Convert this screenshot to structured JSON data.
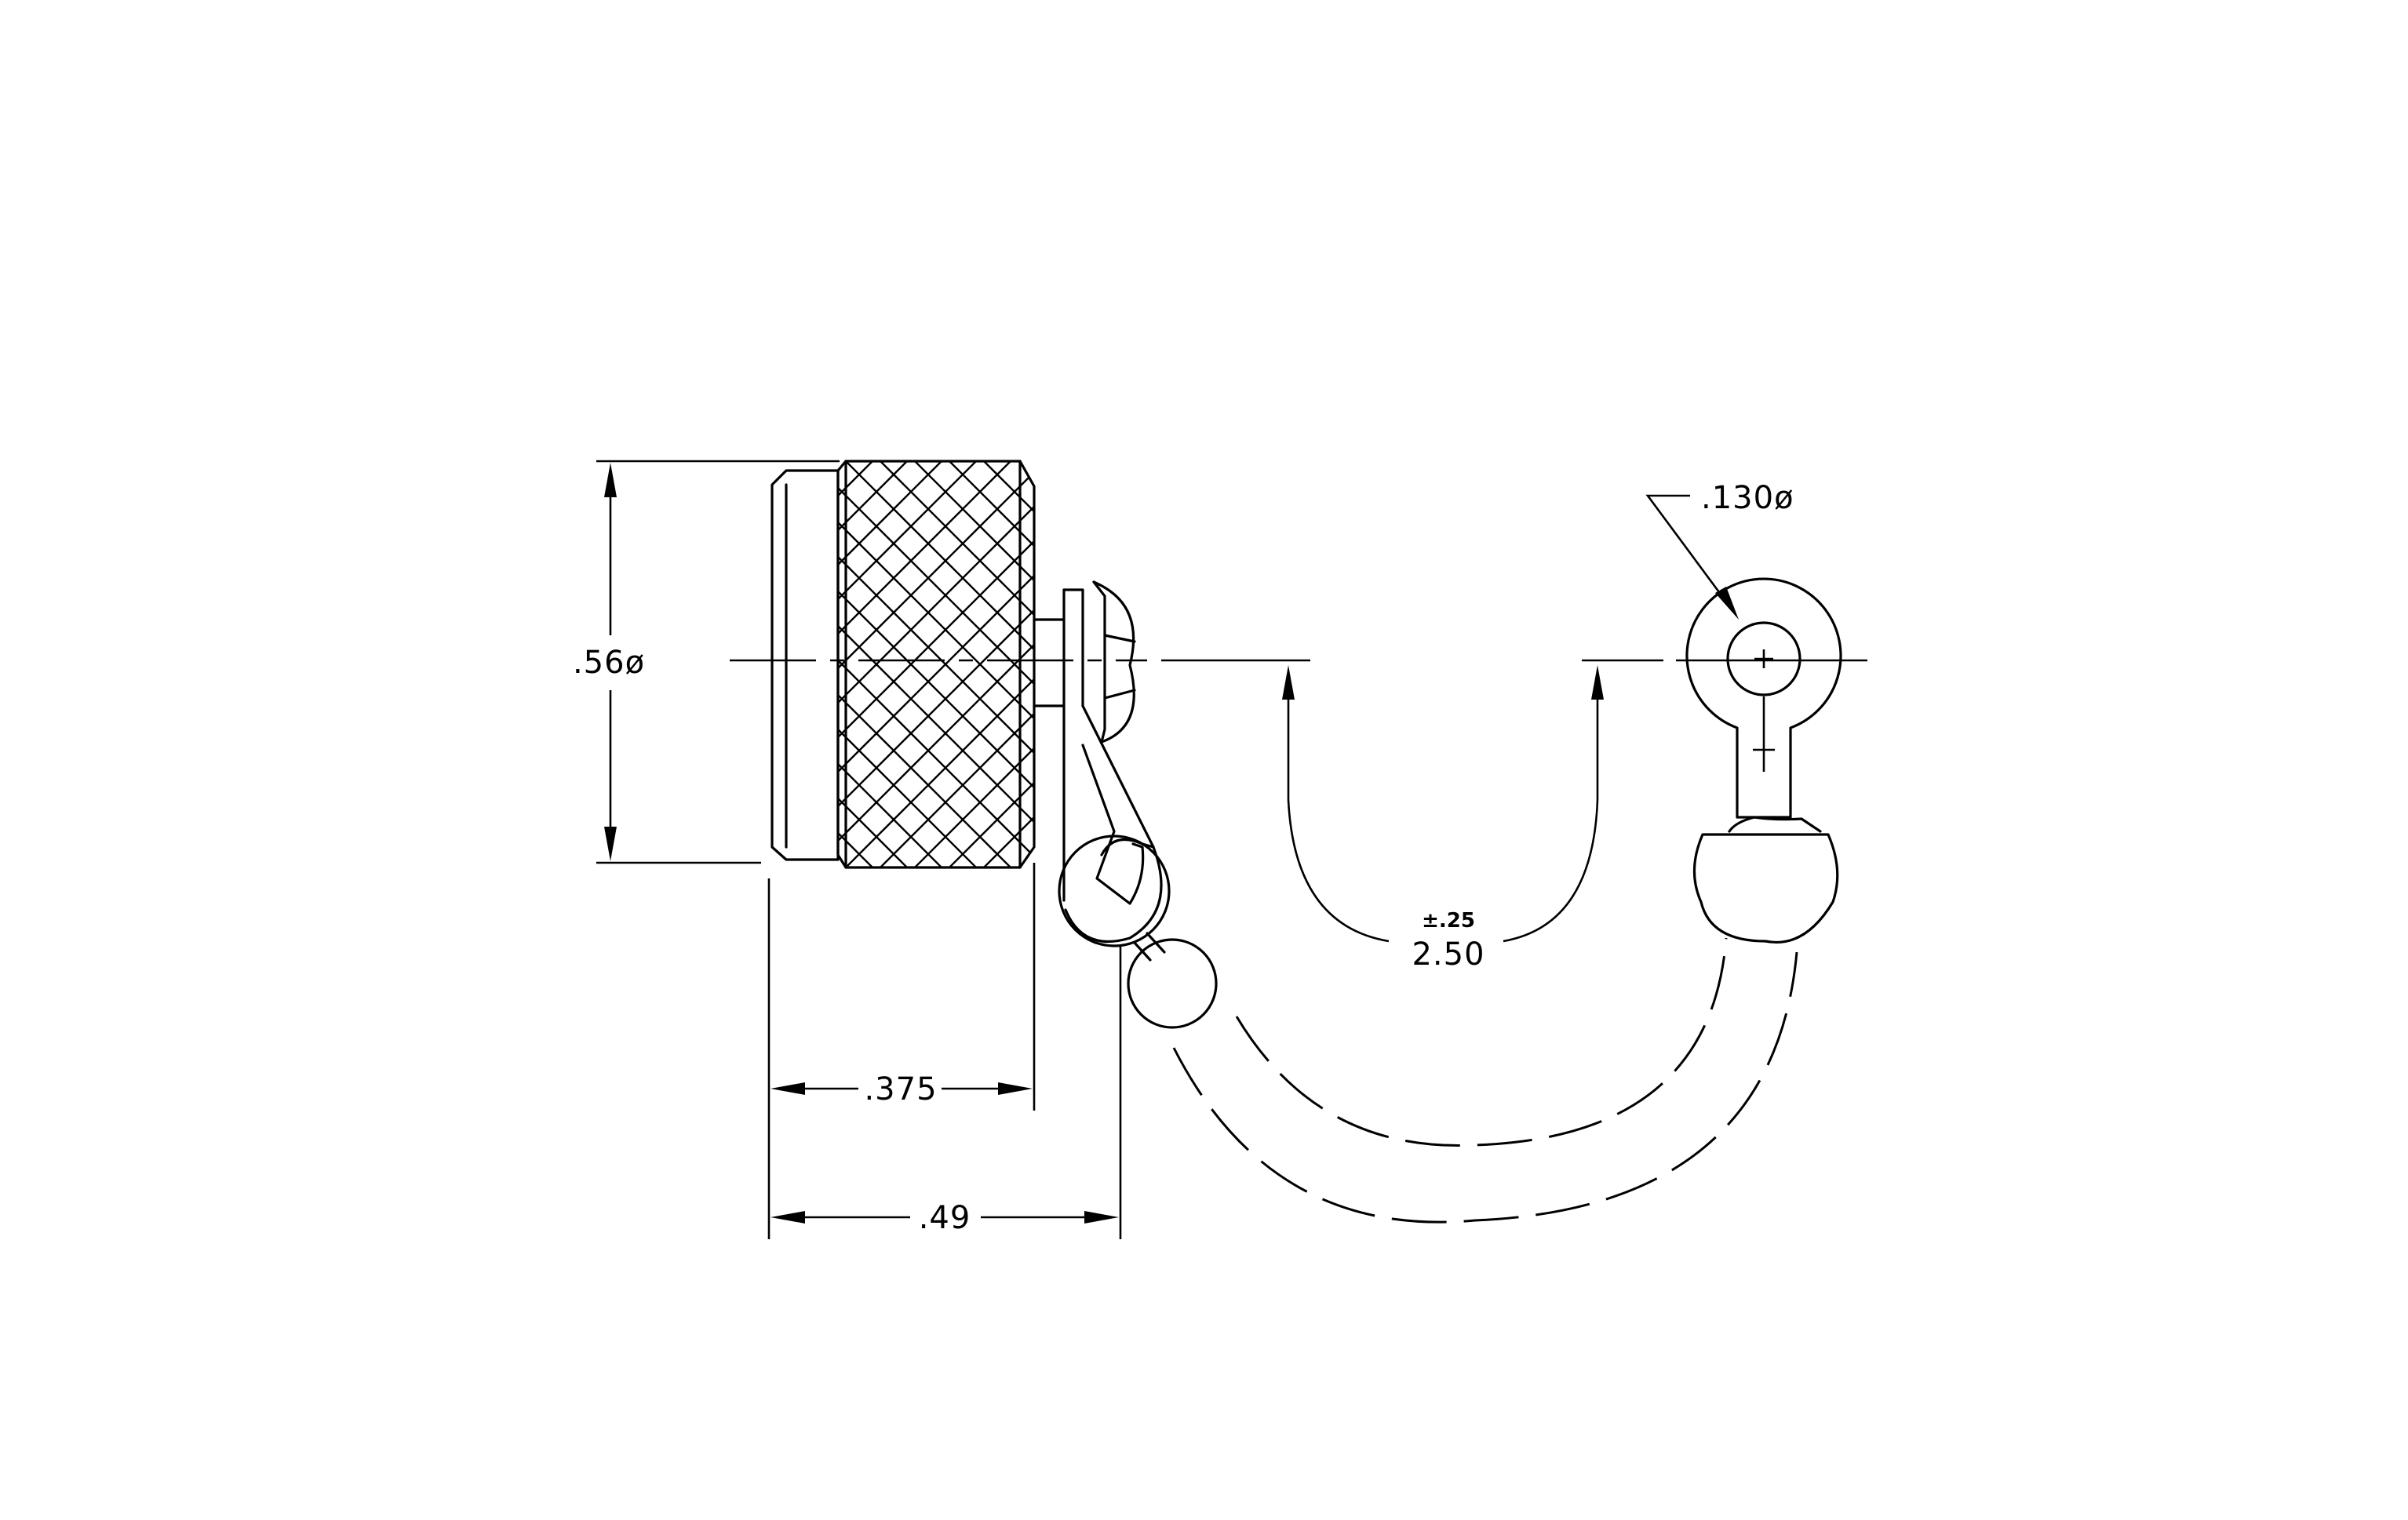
{
  "dimensions": {
    "diameter_cap": ".56ø",
    "length_knurl": ".375",
    "length_overall": ".49",
    "hole_diameter": ".130ø",
    "chain_length": "2.50",
    "chain_tolerance": "±.25"
  },
  "colors": {
    "line": "#000000",
    "background": "#ffffff"
  }
}
